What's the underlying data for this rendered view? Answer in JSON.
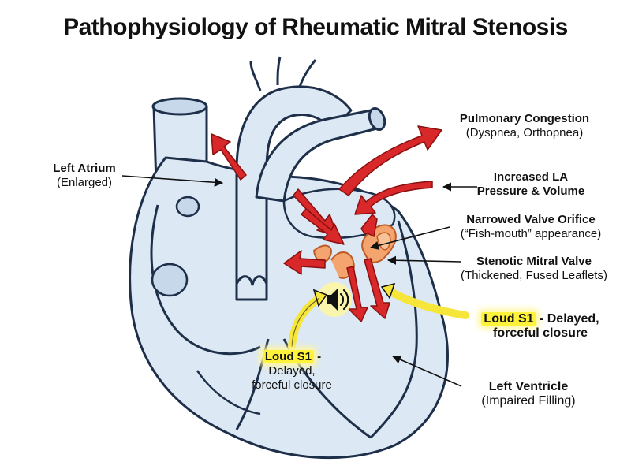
{
  "title": "Pathophysiology of Rheumatic Mitral Stenosis",
  "labels": {
    "left_atrium": {
      "name": "Left Atrium",
      "detail": "(Enlarged)"
    },
    "pulmonary_congestion": {
      "name": "Pulmonary Congestion",
      "detail": "(Dyspnea, Orthopnea)"
    },
    "la_pressure": {
      "line1": "Increased LA",
      "line2": "Pressure & Volume"
    },
    "narrowed_orifice": {
      "name": "Narrowed Valve Orifice",
      "detail": "(“Fish-mouth” appearance)"
    },
    "stenotic_valve": {
      "name": "Stenotic Mitral Valve",
      "detail": "(Thickened, Fused Leaflets)"
    },
    "loud_s1_right": {
      "highlight": "Loud S1",
      "rest": " - Delayed,",
      "line2": "forceful closure"
    },
    "loud_s1_center": {
      "highlight": "Loud S1",
      "rest": " -",
      "line2": "Delayed,",
      "line3": "forceful closure"
    },
    "left_ventricle": {
      "name": "Left Ventricle",
      "detail": "(Impaired Filling)"
    }
  },
  "colors": {
    "heart_fill": "#dce8f4",
    "heart_outline": "#1e2f4a",
    "flow_arrow": "#d8282a",
    "valve_tissue": "#f4a46e",
    "highlight": "#fff23a"
  },
  "icons": {
    "sound": "speaker-icon"
  }
}
